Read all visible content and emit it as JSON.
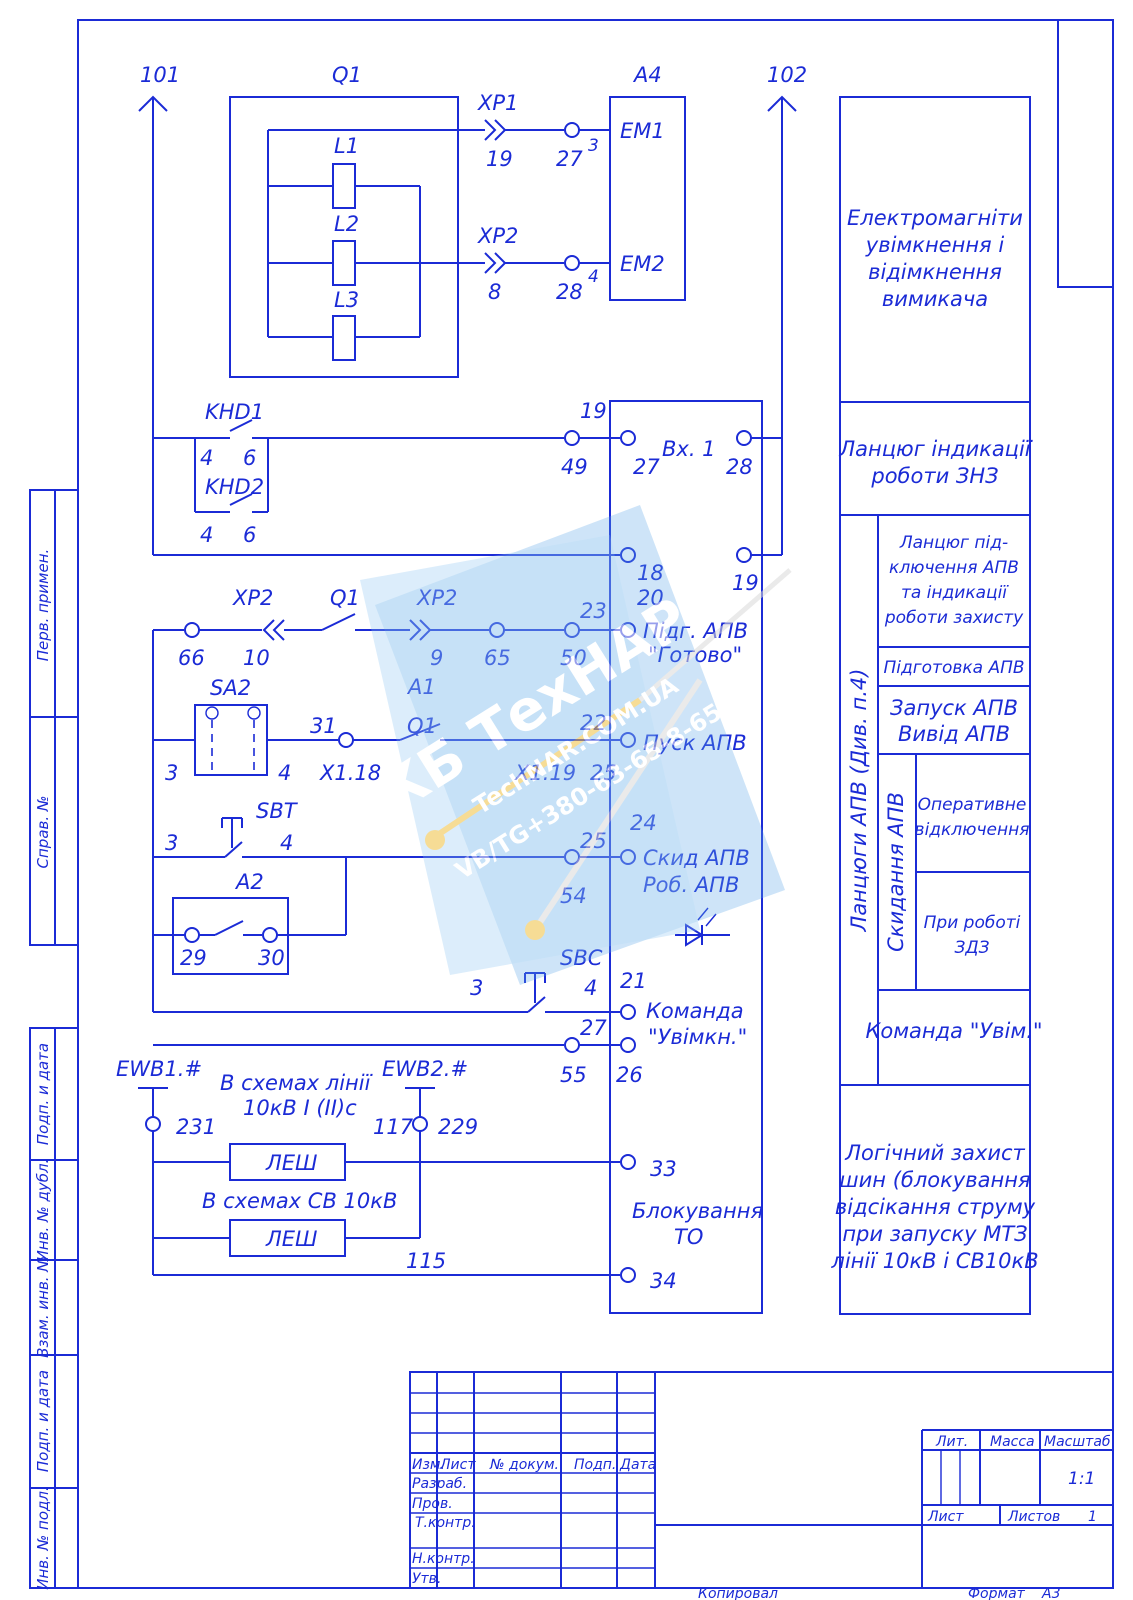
{
  "buses": {
    "left": "101",
    "right": "102"
  },
  "q1_block": {
    "title": "Q1",
    "coils": [
      "L1",
      "L2",
      "L3"
    ]
  },
  "connectors": {
    "xp1": "XP1",
    "xp2": "XP2",
    "xp1_pin": "19",
    "xp2_pin": "8"
  },
  "a4_block": {
    "title": "A4",
    "em1": "EM1",
    "em2": "EM2",
    "t27": "27",
    "t28": "28",
    "t3": "3",
    "t4": "4"
  },
  "khd": {
    "khd1": "KHD1",
    "khd2": "KHD2",
    "pin4": "4",
    "pin6": "6"
  },
  "a1_block": {
    "in1": "Вх. 1",
    "t19_top": "19",
    "t49": "49",
    "t27": "27",
    "t28": "28",
    "t18": "18",
    "t20": "20",
    "t19": "19",
    "t23": "23",
    "t50": "50",
    "ready_1": "Підг. АПВ",
    "ready_2": "\"Готово\"",
    "t22": "22",
    "start": "Пуск АПВ",
    "t25a": "25",
    "t24": "24",
    "t25b": "25",
    "reset": "Скид АПВ",
    "work": "Роб. АПВ",
    "t54": "54",
    "t21": "21",
    "cmd_1": "Команда",
    "cmd_2": "\"Увімкн.\"",
    "t27b": "27",
    "t55": "55",
    "t26": "26",
    "t33": "33",
    "t34": "34",
    "block_1": "Блокування",
    "block_2": "ТО"
  },
  "row_prep": {
    "xp2": "XP2",
    "q1": "Q1",
    "xp2b": "XP2",
    "t66": "66",
    "t10": "10",
    "t9": "9",
    "t65": "65"
  },
  "a1_label": "A1",
  "sa2": {
    "name": "SA2",
    "t3": "3",
    "t4": "4",
    "t31": "31",
    "x118": "X1.18",
    "q1": "Q1",
    "x119": "X1.19"
  },
  "sbt": {
    "name": "SBT",
    "t3": "3",
    "t4": "4"
  },
  "a2": {
    "name": "A2",
    "t29": "29",
    "t30": "30"
  },
  "sbc": {
    "name": "SBC",
    "t3": "3",
    "t4": "4"
  },
  "ewb": {
    "ewb1": "EWB1.#",
    "ewb2": "EWB2.#",
    "t231": "231",
    "t117": "117",
    "t229": "229",
    "t115": "115"
  },
  "notes": {
    "line_1": "В схемах лінії",
    "line_2": "10кВ І (ІІ)с",
    "sv": "В схемах СВ 10кВ"
  },
  "lesh": "ЛЕШ",
  "legend": {
    "em": [
      "Електромагніти",
      "увімкнення і",
      "відімкнення",
      "вимикача"
    ],
    "zzn": [
      "Ланцюг індикації",
      "роботи ЗНЗ"
    ],
    "apv_group": "Ланцюги АПВ (Див. п.4)",
    "apv_conn": [
      "Ланцюг під-",
      "ключення АПВ",
      "та індикації",
      "роботи захисту"
    ],
    "apv_prep": "Підготовка АПВ",
    "apv_start": [
      "Запуск АПВ",
      "Вивід АПВ"
    ],
    "apv_reset": "Скидання АПВ",
    "op_off": [
      "Оперативне",
      "відключення"
    ],
    "zdz": [
      "При роботі",
      "ЗДЗ"
    ],
    "cmd_on": "Команда \"Увім.\"",
    "lzsh": [
      "Логічний захист",
      "шин (блокування",
      "відсікання струму",
      "при запуску МТЗ",
      "лінії 10кВ і СВ10кВ"
    ]
  },
  "side_stamp": [
    "Перв. примен.",
    "Справ. №",
    "Подп. и дата",
    "Инв. № дубл.",
    "Взам. инв. №",
    "Подп. и дата",
    "Инв. № подл."
  ],
  "title_block": {
    "cols": [
      "Изм.",
      "Лист",
      "№ докум.",
      "Подп.",
      "Дата"
    ],
    "rows": [
      "Разраб.",
      "Пров.",
      "Т.контр.",
      "Н.контр.",
      "Утв."
    ],
    "lit": "Лит.",
    "massa": "Масса",
    "masshtab": "Масштаб",
    "scale": "1:1",
    "list": "Лист",
    "listov": "Листов",
    "listov_val": "1"
  },
  "footer": {
    "copied": "Копировал",
    "format": "Формат",
    "format_val": "А3"
  },
  "watermark": {
    "brand": "КБ ТехНАР",
    "site": "TechNAR.COM.UA",
    "phone": "VB/TG+380-63-65-8-65"
  }
}
